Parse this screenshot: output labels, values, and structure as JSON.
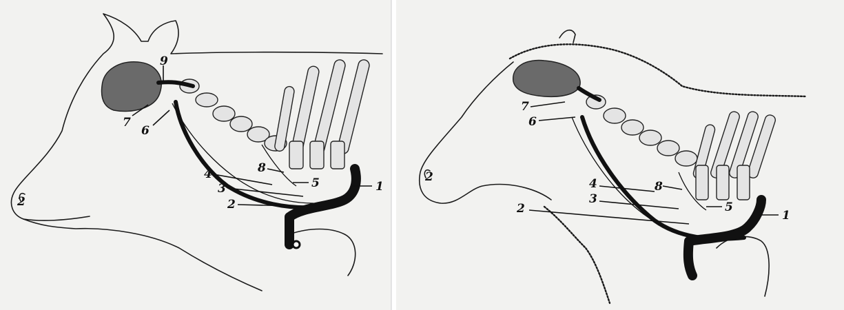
{
  "figures": [
    {
      "id": "cow",
      "labels": [
        "9",
        "7",
        "6",
        "4",
        "3",
        "2",
        "8",
        "5",
        "1",
        "2"
      ]
    },
    {
      "id": "sheep",
      "labels": [
        "7",
        "6",
        "4",
        "3",
        "8",
        "2",
        "5",
        "1",
        "2"
      ]
    }
  ],
  "colors": {
    "background": "#ffffff",
    "panel": "#f2f2f0",
    "ink": "#111111",
    "gland": "#6a6a6a",
    "bone": "#e4e4e4"
  }
}
